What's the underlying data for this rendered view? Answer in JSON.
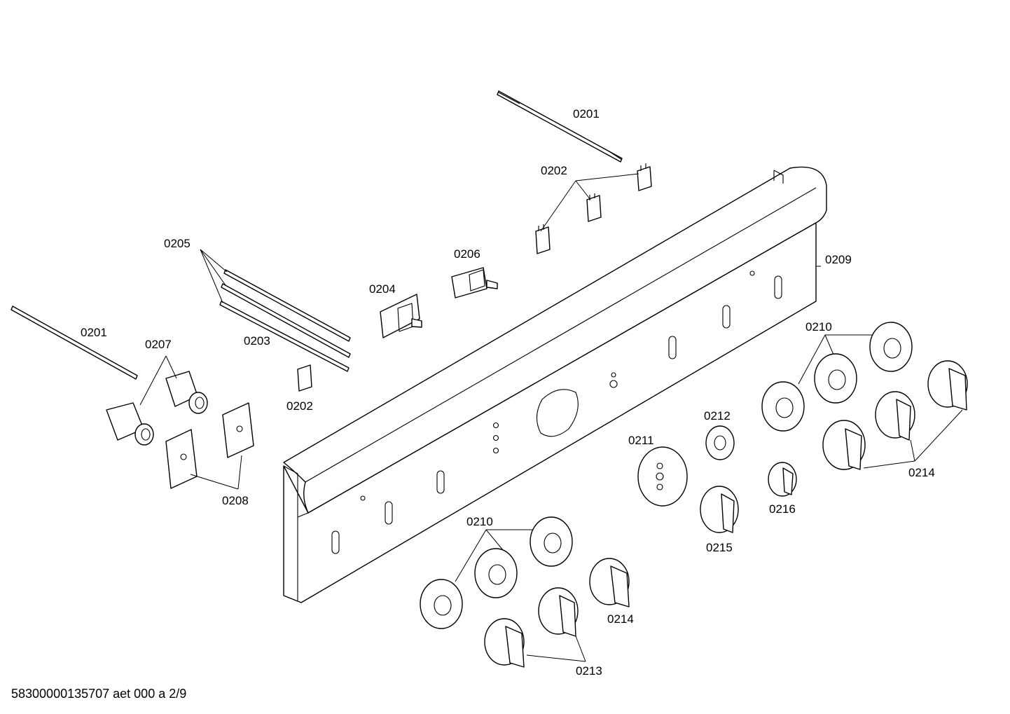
{
  "labels": {
    "l0201_top": "0201",
    "l0202_top": "0202",
    "l0209": "0209",
    "l0205": "0205",
    "l0206": "0206",
    "l0204": "0204",
    "l0201_left": "0201",
    "l0207": "0207",
    "l0203": "0203",
    "l0202_mid": "0202",
    "l0208": "0208",
    "l0210_right": "0210",
    "l0212": "0212",
    "l0211": "0211",
    "l0214_right": "0214",
    "l0216": "0216",
    "l0215": "0215",
    "l0210_bottom": "0210",
    "l0214_bottom": "0214",
    "l0213": "0213"
  },
  "footer": {
    "code": "58300000135707 aet 000 a 2/9"
  }
}
